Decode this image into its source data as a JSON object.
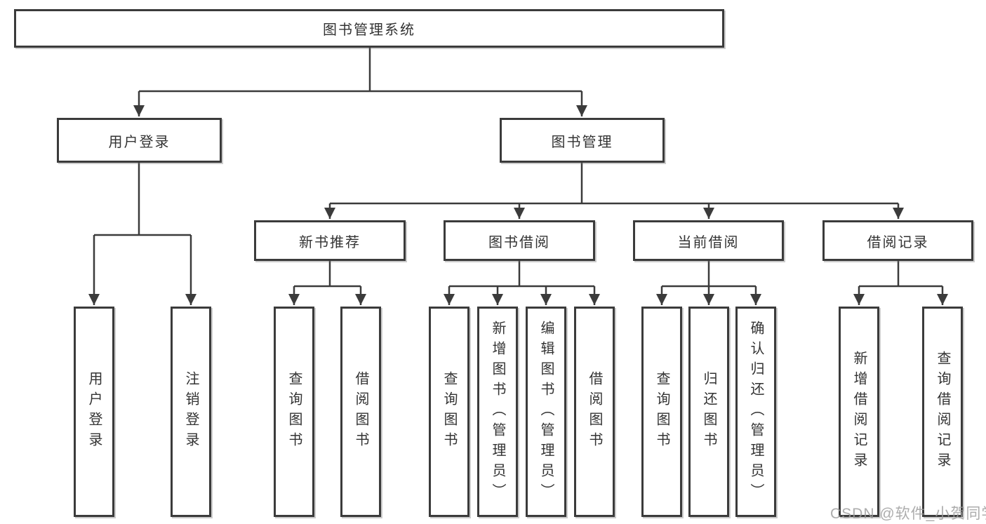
{
  "diagram": {
    "title": "图书管理系统",
    "level2": [
      {
        "label": "用户登录"
      },
      {
        "label": "图书管理"
      }
    ],
    "level3": [
      {
        "label": "新书推荐"
      },
      {
        "label": "图书借阅"
      },
      {
        "label": "当前借阅"
      },
      {
        "label": "借阅记录"
      }
    ],
    "leaves": [
      {
        "label": "用户登录"
      },
      {
        "label": "注销登录"
      },
      {
        "label": "查询图书"
      },
      {
        "label": "借阅图书"
      },
      {
        "label": "查询图书"
      },
      {
        "label": "新增图书（管理员）"
      },
      {
        "label": "编辑图书（管理员）"
      },
      {
        "label": "借阅图书"
      },
      {
        "label": "查询图书"
      },
      {
        "label": "归还图书"
      },
      {
        "label": "确认归还（管理员）"
      },
      {
        "label": "新增借阅记录"
      },
      {
        "label": "查询借阅记录"
      }
    ],
    "watermark": "CSDN @软件_小贺同学",
    "colors": {
      "line": "#3b3b3b",
      "border": "#3b3b3b",
      "text": "#333333",
      "watermark": "#9e9e9e",
      "background": "#ffffff"
    }
  }
}
